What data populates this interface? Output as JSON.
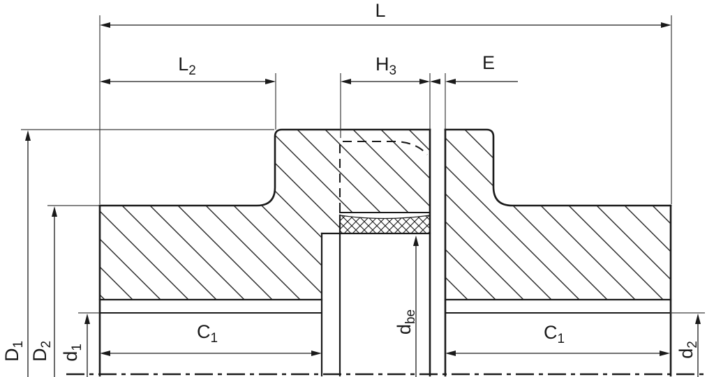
{
  "drawing": {
    "type": "coupling-cross-section",
    "colors": {
      "line": "#1a1a1a",
      "background": "#ffffff"
    },
    "labels": {
      "overall_length": {
        "base": "L",
        "sub": ""
      },
      "hub_length_left": {
        "base": "L",
        "sub": "2"
      },
      "spider_width": {
        "base": "H",
        "sub": "3"
      },
      "gap": {
        "base": "E",
        "sub": ""
      },
      "flange_diameter": {
        "base": "D",
        "sub": "1"
      },
      "hub_diameter": {
        "base": "D",
        "sub": "2"
      },
      "bore_left": {
        "base": "d",
        "sub": "1"
      },
      "bore_length_left": {
        "base": "C",
        "sub": "1"
      },
      "bore_length_right": {
        "base": "C",
        "sub": "1"
      },
      "spider_bore": {
        "base": "d",
        "sub": "be"
      },
      "bore_right": {
        "base": "d",
        "sub": "2"
      }
    }
  }
}
